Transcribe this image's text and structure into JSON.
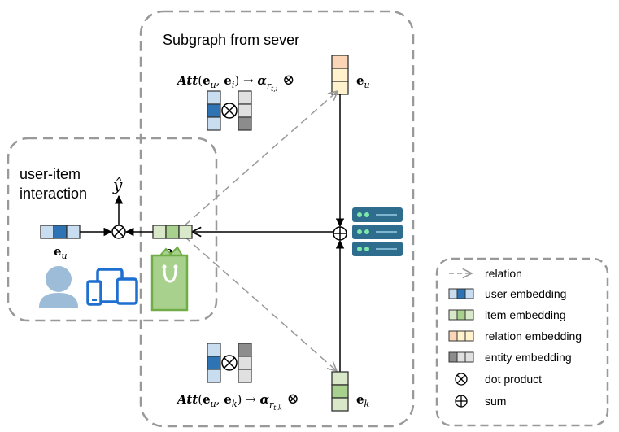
{
  "subgraph": {
    "title": "Subgraph from sever"
  },
  "interaction": {
    "title_line1": "user-item",
    "title_line2": "interaction",
    "output_label": "ŷ"
  },
  "formulas": {
    "top": "Att(eᵤ, eᵢ) → αr t,i ⊗",
    "top_result_label": "eᵤ",
    "bottom": "Att(eᵤ, eₖ) → αr t,k ⊗",
    "bottom_result_label": "eₖ"
  },
  "nodes": {
    "user_embedding_label": "eᵤ",
    "item_embedding_label": "eₜ"
  },
  "legend": {
    "items": [
      {
        "key": "relation",
        "label": "relation"
      },
      {
        "key": "user",
        "label": "user embedding"
      },
      {
        "key": "item",
        "label": "item embedding"
      },
      {
        "key": "relation_emb",
        "label": "relation embedding"
      },
      {
        "key": "entity",
        "label": "entity embedding"
      },
      {
        "key": "dot",
        "label": "dot product"
      },
      {
        "key": "sum",
        "label": "sum"
      }
    ]
  },
  "colors": {
    "user_light": "#c9ddf0",
    "user_dark": "#2e74b5",
    "item_light": "#d8e8c8",
    "item_mid": "#a9d18e",
    "relation_light": "#fff2cc",
    "relation_mid": "#fbd5b5",
    "entity_light": "#e0e0e0",
    "entity_dark": "#8c8c8c",
    "dashed_border": "#999999",
    "server": "#2e6d8e",
    "server_light": "#7fb5cf",
    "person": "#9dbcd8",
    "devices": "#1f6fd1",
    "bag": "#70ad47"
  }
}
